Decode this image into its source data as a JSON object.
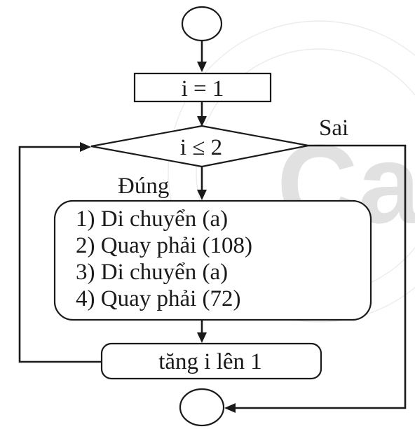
{
  "watermark": {
    "text": "Can"
  },
  "process_init": {
    "label": "i = 1"
  },
  "decision": {
    "label": "i ≤ 2",
    "true_label": "Đúng",
    "false_label": "Sai"
  },
  "loop_body": {
    "steps": [
      "1) Di chuyển (a)",
      "2) Quay phải (108)",
      "3) Di chuyển (a)",
      "4) Quay phải (72)"
    ]
  },
  "increment": {
    "label": "tăng i lên 1"
  },
  "colors": {
    "stroke": "#1a1a1a",
    "watermark": "#e1e1e1"
  }
}
